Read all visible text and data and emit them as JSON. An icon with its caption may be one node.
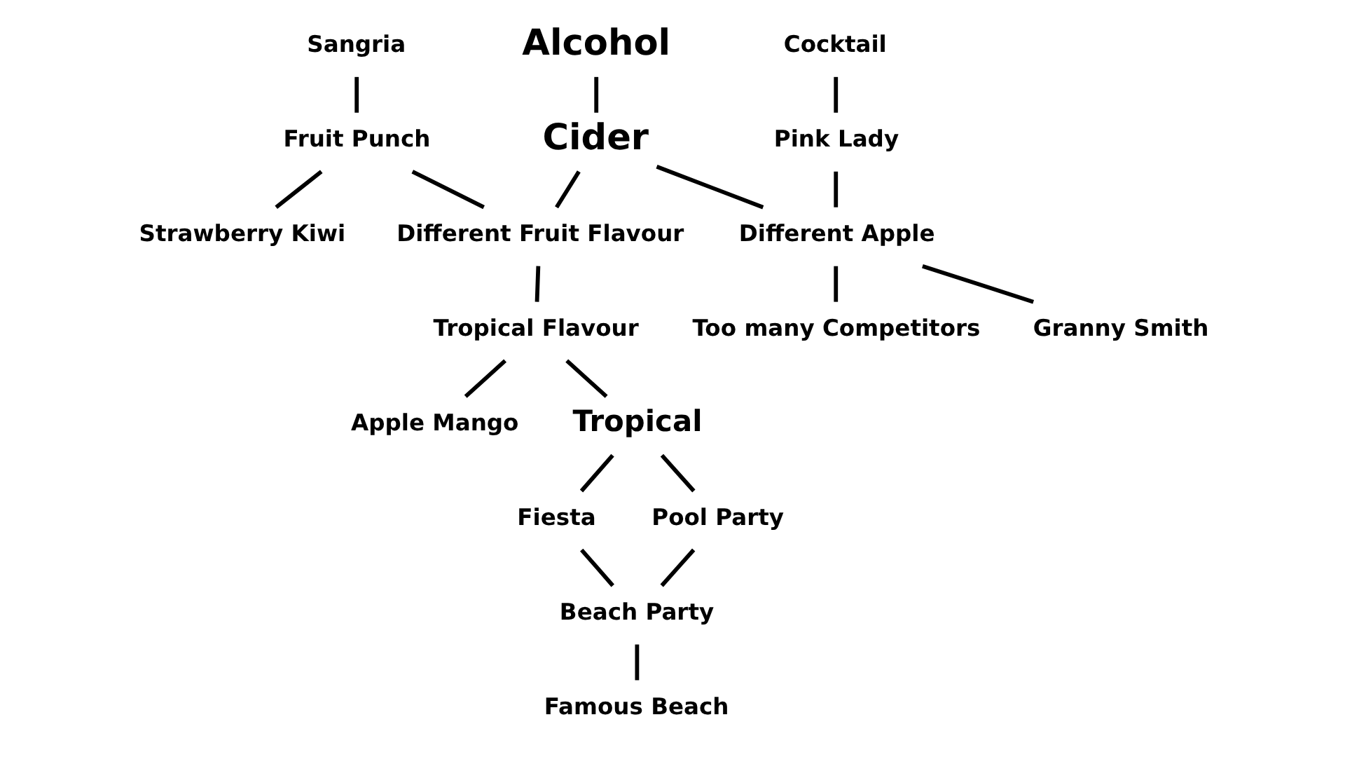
{
  "diagram": {
    "nodes": [
      {
        "text": [
          "Alcohol"
        ]
      },
      {
        "text": [
          "Cocktail"
        ]
      },
      {
        "text": [
          "Sangria"
        ]
      },
      {
        "text": [
          "Cider"
        ]
      },
      {
        "text": [
          "Fruit Punch"
        ]
      },
      {
        "text": [
          "Pink Lady"
        ]
      },
      {
        "text": [
          "Different Fruit Flavour"
        ]
      },
      {
        "text": [
          "Strawberry Kiwi"
        ]
      },
      {
        "text": [
          "Different Apple"
        ]
      },
      {
        "text": [
          "Granny Smith"
        ]
      },
      {
        "text": [
          "Tropical Flavour"
        ]
      },
      {
        "text": [
          "Too many Competitors"
        ]
      },
      {
        "text": [
          "Apple Mango"
        ]
      },
      {
        "text": [
          "Tropical"
        ]
      },
      {
        "text": [
          "Fiesta"
        ]
      },
      {
        "text": [
          "Pool Party"
        ]
      },
      {
        "text": [
          "Beach Party"
        ]
      },
      {
        "text": [
          "Famous Beach"
        ]
      }
    ],
    "edges": [
      {
        "from": 0,
        "to": 3,
        "arrow": "none"
      },
      {
        "from": 1,
        "to": 5,
        "arrow": "none"
      },
      {
        "from": 2,
        "to": 4,
        "arrow": "none"
      },
      {
        "from": 4,
        "to": 7,
        "arrow": "none"
      },
      {
        "from": 4,
        "to": 6,
        "arrow": "none"
      },
      {
        "from": 3,
        "to": 6,
        "arrow": "none"
      },
      {
        "from": 3,
        "to": 8,
        "arrow": "none"
      },
      {
        "from": 5,
        "to": 8,
        "arrow": "none"
      },
      {
        "from": 8,
        "to": 9,
        "arrow": "none"
      },
      {
        "from": 8,
        "to": 11,
        "arrow": "none"
      },
      {
        "from": 6,
        "to": 10,
        "arrow": "none"
      },
      {
        "from": 10,
        "to": 12,
        "arrow": "none"
      },
      {
        "from": 10,
        "to": 13,
        "arrow": "none"
      },
      {
        "from": 13,
        "to": 14,
        "arrow": "none"
      },
      {
        "from": 13,
        "to": 15,
        "arrow": "none"
      },
      {
        "from": 14,
        "to": 16,
        "arrow": "none"
      },
      {
        "from": 15,
        "to": 16,
        "arrow": "none"
      },
      {
        "from": 16,
        "to": 17,
        "arrow": "none"
      }
    ]
  }
}
